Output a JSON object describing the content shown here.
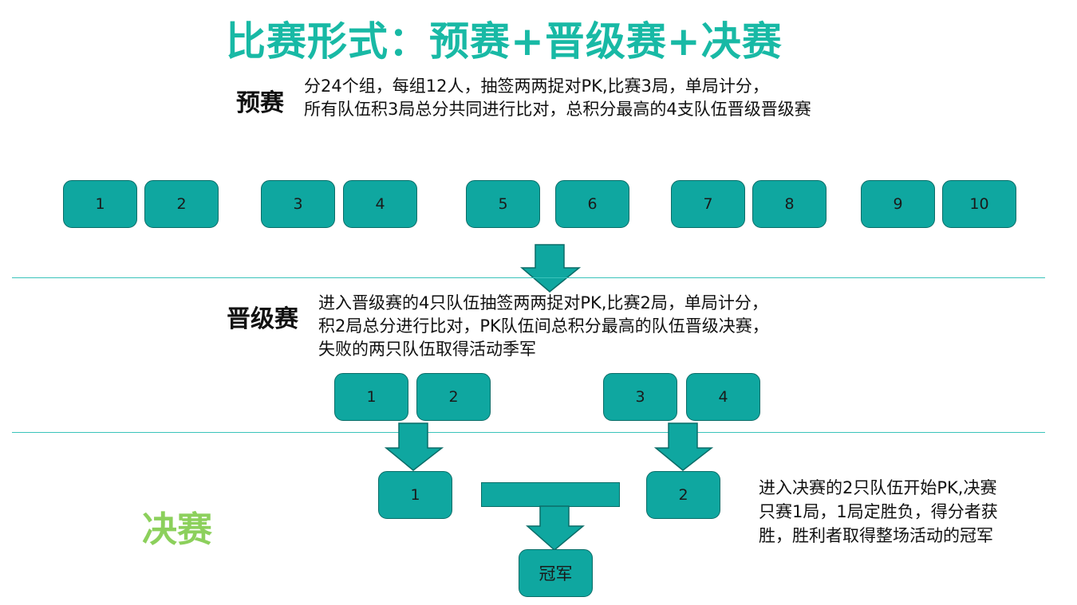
{
  "title": "比赛形式：预赛+晋级赛+决赛",
  "prelim": {
    "label": "预赛",
    "lines": [
      "分24个组，每组12人，抽签两两捉对PK,比赛3局，单局计分，",
      "所有队伍积3局总分共同进行比对，总积分最高的4支队伍晋级晋级赛"
    ],
    "boxes": [
      "1",
      "2",
      "3",
      "4",
      "5",
      "6",
      "7",
      "8",
      "9",
      "10"
    ]
  },
  "promotion": {
    "label": "晋级赛",
    "lines": [
      "进入晋级赛的4只队伍抽签两两捉对PK,比赛2局，单局计分，",
      "积2局总分进行比对，PK队伍间总积分最高的队伍晋级决赛，",
      "失败的两只队伍取得活动季军"
    ],
    "boxes": [
      "1",
      "2",
      "3",
      "4"
    ]
  },
  "final": {
    "label": "决赛",
    "lines": [
      "进入决赛的2只队伍开始PK,决赛",
      "只赛1局，1局定胜负，得分者获",
      "胜，胜利者取得整场活动的冠军"
    ],
    "boxes": [
      "1",
      "2"
    ],
    "champion": "冠军"
  },
  "colors": {
    "title": "#18b9a5",
    "box_fill": "#0fa7a0",
    "box_border": "#0b6d68",
    "rule": "#39c3bb",
    "final_label": "#8cd05c"
  }
}
